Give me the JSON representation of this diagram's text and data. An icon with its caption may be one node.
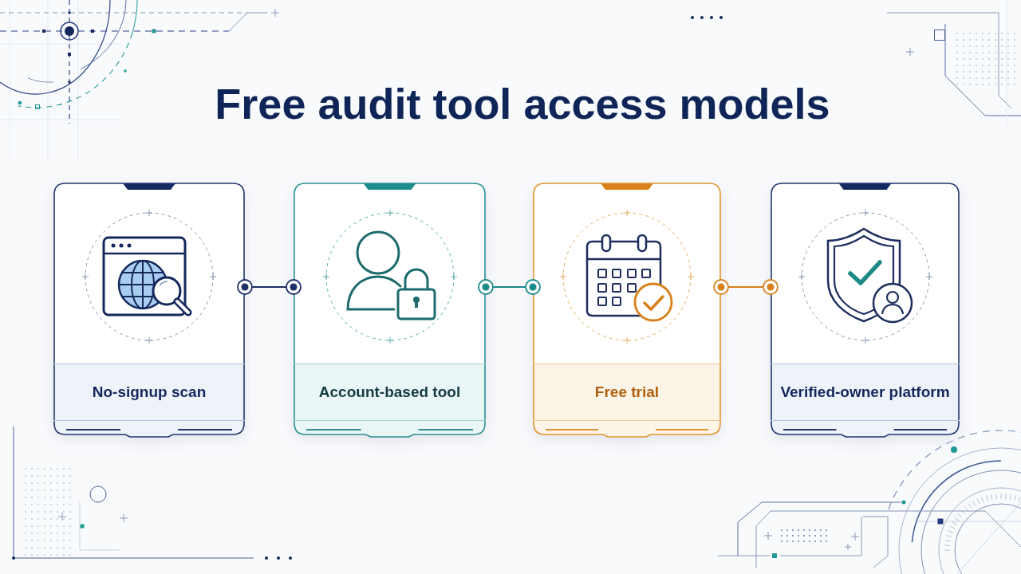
{
  "diagram": {
    "title": "Free audit tool access models",
    "nodes": [
      {
        "text": [
          "No-signup scan"
        ]
      },
      {
        "text": [
          "Account-based tool"
        ]
      },
      {
        "text": [
          "Free trial"
        ]
      },
      {
        "text": [
          "Verified-owner platform"
        ]
      }
    ],
    "edges": [
      {
        "from": 0,
        "to": 1,
        "arrow": "other",
        "color": "#1c2f66"
      },
      {
        "from": 1,
        "to": 2,
        "arrow": "other",
        "color": "#1a8a8a"
      },
      {
        "from": 2,
        "to": 3,
        "arrow": "other",
        "color": "#d9801a"
      }
    ]
  }
}
